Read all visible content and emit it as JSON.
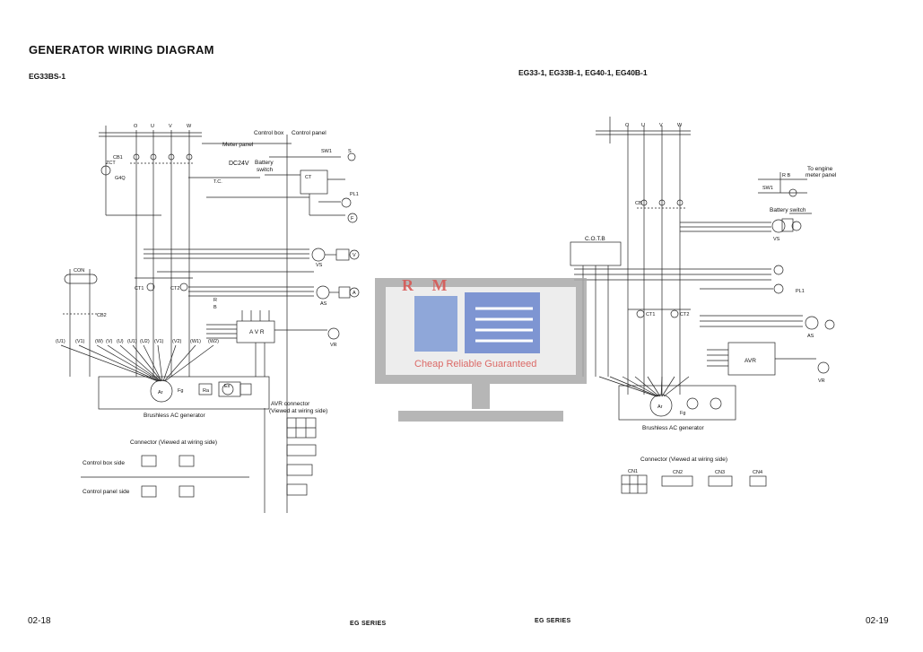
{
  "page": {
    "title": "GENERATOR WIRING DIAGRAM",
    "left_model": "EG33BS-1",
    "right_models": "EG33-1, EG33B-1, EG40-1, EG40B-1",
    "left_page_number": "02-18",
    "right_page_number": "02-19",
    "left_series": "EG SERIES",
    "right_series": "EG SERIES"
  },
  "left_diagram": {
    "control_box": "Control box",
    "control_panel": "Control panel",
    "meter_panel": "Meter panel",
    "dc24v": "DC24V",
    "battery_switch_1": "Battery",
    "battery_switch_2": "switch",
    "generator_label": "Brushless AC generator",
    "avr_connector_1": "AVR connector",
    "avr_connector_2": "(Viewed at wiring side)",
    "connector_title": "Connector (Viewed at wiring side)",
    "control_box_side": "Control box side",
    "control_panel_side": "Control panel side",
    "terminals_top": [
      "O",
      "U",
      "V",
      "W"
    ],
    "wire_labels_bottom": [
      "(U1)",
      "(V1)",
      "(W)",
      "(V)",
      "(U)",
      "(U1)",
      "(U2)",
      "(V1)",
      "(V2)",
      "(W1)",
      "(W2)"
    ],
    "avr": "A V R",
    "ar": "Ar",
    "ex": "Ex",
    "ra": "Ra",
    "fg": "Fg",
    "cb1": "CB1",
    "cb2": "CB2",
    "ct1": "CT1",
    "ct2": "CT2",
    "con": "CON",
    "zct": "ZCT",
    "g4q": "G4Q",
    "tc": "T.C.",
    "s": "S",
    "ct": "CT",
    "pl1": "PL1",
    "as": "AS",
    "vs": "VS",
    "vr": "VR",
    "a": "A",
    "v": "V",
    "f": "F",
    "r": "R",
    "b": "B",
    "sw1": "SW1"
  },
  "right_diagram": {
    "to_engine_1": "To engine",
    "to_engine_2": "meter panel",
    "battery_switch": "Battery switch",
    "cotb": "C.O.T.B",
    "generator_label": "Brushless AC generator",
    "connector_title": "Connector (Viewed at wiring side)",
    "cn_names": [
      "CN1",
      "CN2",
      "CN3",
      "CN4"
    ],
    "avr": "AVR",
    "ar": "Ar",
    "fg": "Fg",
    "ct1": "CT1",
    "ct2": "CT2",
    "cb": "CB",
    "as": "AS",
    "vs": "VS",
    "vr": "VR",
    "pl1": "PL1",
    "rb": "R B",
    "sw1": "SW1",
    "terminals_top": [
      "O",
      "U",
      "V",
      "W"
    ]
  },
  "watermark": {
    "letters": "R M",
    "tagline": "Cheap Reliable Guaranteed"
  }
}
